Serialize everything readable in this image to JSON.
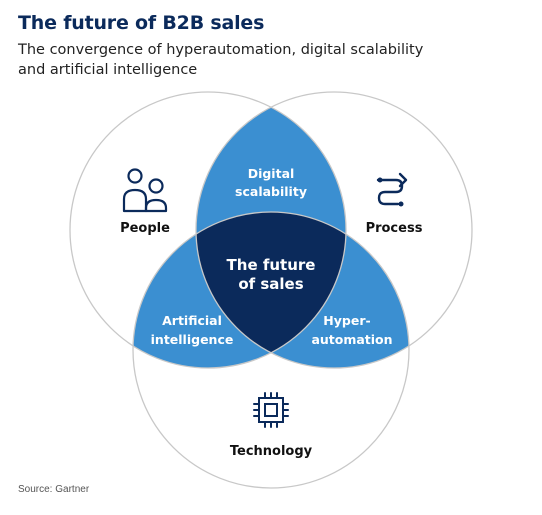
{
  "title": "The future of B2B sales",
  "subtitle_line1": "The convergence of hyperautomation, digital scalability",
  "subtitle_line2": "and artificial intelligence",
  "circles": {
    "people": "People",
    "process": "Process",
    "technology": "Technology"
  },
  "intersections": {
    "digital_line1": "Digital",
    "digital_line2": "scalability",
    "ai_line1": "Artificial",
    "ai_line2": "intelligence",
    "hyper_line1": "Hyper-",
    "hyper_line2": "automation"
  },
  "center": {
    "line1": "The future",
    "line2": "of sales"
  },
  "source": "Source: Gartner",
  "colors": {
    "title": "#0b2a5b",
    "pair_fill": "#3b8fd1",
    "center_fill": "#0b2a5b",
    "outline": "#c8c8c8",
    "icon": "#0b2a5b"
  },
  "icons": {
    "people": "people-icon",
    "process": "process-icon",
    "technology": "chip-icon"
  }
}
